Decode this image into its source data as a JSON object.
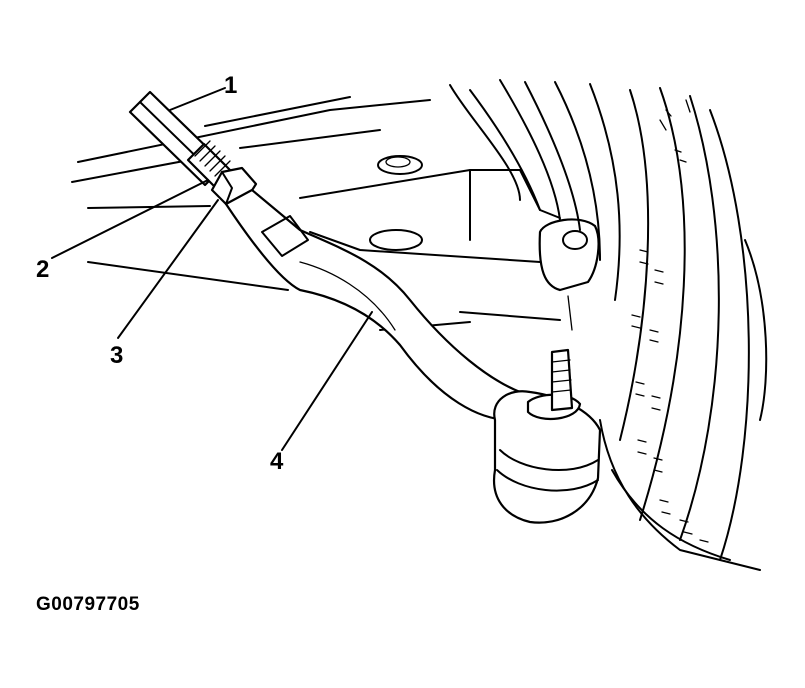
{
  "callouts": [
    {
      "id": "1",
      "label": "1"
    },
    {
      "id": "2",
      "label": "2"
    },
    {
      "id": "3",
      "label": "3"
    },
    {
      "id": "4",
      "label": "4"
    }
  ],
  "figure_id": "G00797705"
}
